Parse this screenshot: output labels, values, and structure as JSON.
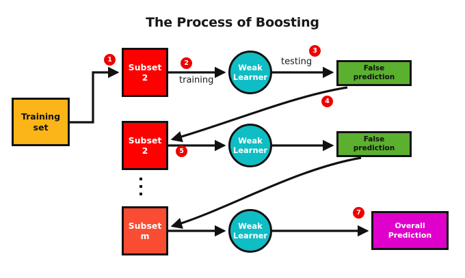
{
  "title": "The Process of Boosting",
  "nodes": {
    "training_set": "Training\nset",
    "subset_row1": "Subset\n2",
    "subset_row2": "Subset\n2",
    "subset_row3": "Subset\nm",
    "weak_learner_1": "Weak\nLearner",
    "weak_learner_2": "Weak\nLearner",
    "weak_learner_3": "Weak\nLearner",
    "false_prediction_1": "False\nprediction",
    "false_prediction_2": "False\nprediction",
    "overall_prediction": "Overall\nPrediction"
  },
  "edge_labels": {
    "training": "training",
    "testing": "testing"
  },
  "badges": {
    "b1": "1",
    "b2": "2",
    "b3": "3",
    "b4": "4",
    "b5": "5",
    "b7": "7"
  },
  "colors": {
    "training_set": "#FBB519",
    "subset_red": "#FF0000",
    "subset_m": "#FA4C32",
    "weak_learner": "#0FBDC4",
    "false_prediction": "#5BB02F",
    "overall_prediction": "#E000CC",
    "badge": "#EE0000",
    "stroke": "#111111",
    "background": "#FFFFFF",
    "title_text": "#18181B"
  }
}
